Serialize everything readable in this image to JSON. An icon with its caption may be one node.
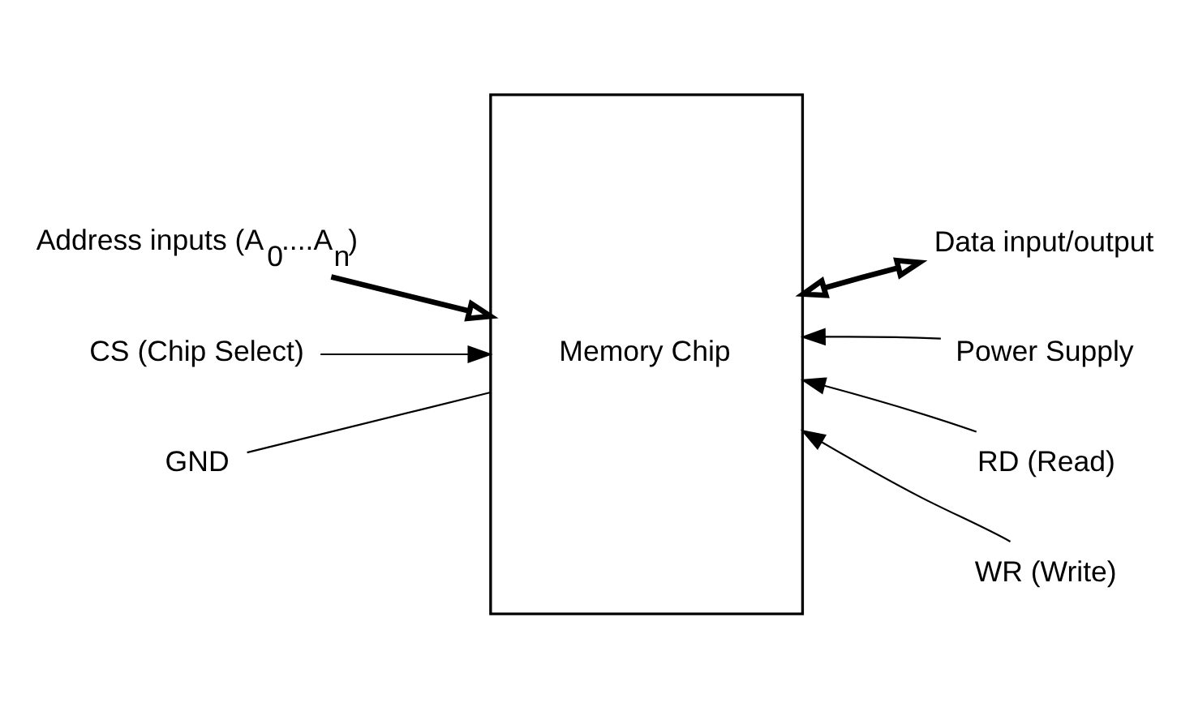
{
  "diagram": {
    "nodes": [
      {
        "text": [
          "Memory Chip"
        ]
      },
      {
        "text": [
          "Address inputs (A$_{0}$....A$_{n}$)"
        ]
      },
      {
        "text": [
          "Data input/output"
        ]
      },
      {
        "text": [
          "Power Supply"
        ]
      },
      {
        "text": [
          "CS (Chip Select)"
        ]
      },
      {
        "text": [
          "RD (Read)"
        ]
      },
      {
        "text": [
          "WR (Write)"
        ]
      },
      {
        "text": [
          "GND"
        ]
      }
    ],
    "edges": [
      {
        "from": 1,
        "to": 0,
        "arrow": "to",
        "style": "thick"
      },
      {
        "from": 0,
        "to": 2,
        "arrow": "both",
        "style": "thick"
      },
      {
        "from": 3,
        "to": 0,
        "arrow": "to"
      },
      {
        "from": 4,
        "to": 0,
        "arrow": "to"
      },
      {
        "from": 5,
        "to": 0,
        "arrow": "to"
      },
      {
        "from": 6,
        "to": 0,
        "arrow": "to"
      },
      {
        "from": 7,
        "to": 0,
        "arrow": "none"
      }
    ]
  }
}
